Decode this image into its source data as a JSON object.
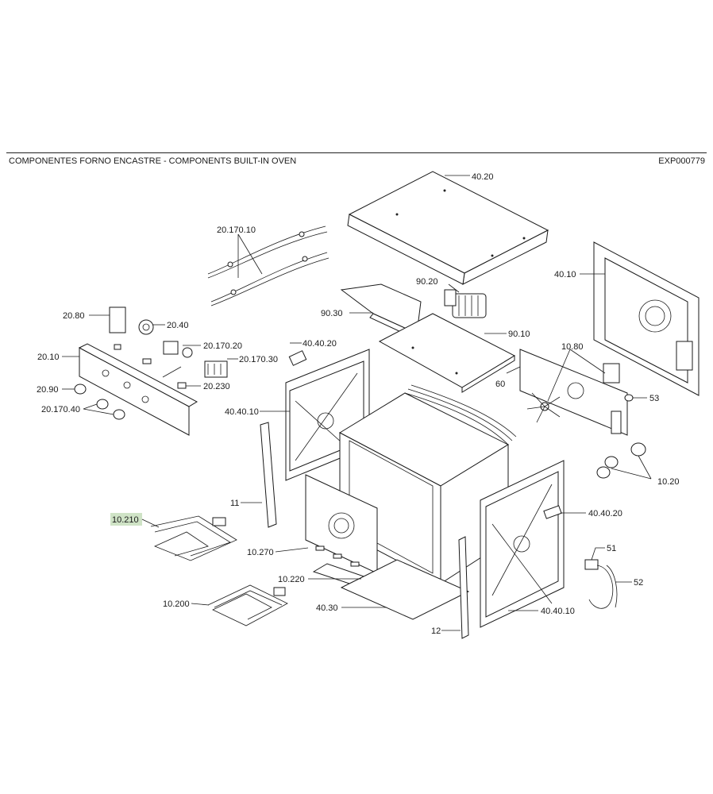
{
  "header": {
    "title": "COMPONENTES FORNO ENCASTRE - COMPONENTS BUILT-IN OVEN",
    "code": "EXP000779"
  },
  "parts": {
    "p40_20": "40.20",
    "p20_170_10": "20.170.10",
    "p90_20": "90.20",
    "p40_10": "40.10",
    "p90_30": "90.30",
    "p20_80": "20.80",
    "p20_40": "20.40",
    "p90_10": "90.10",
    "p40_40_20a": "40.40.20",
    "p20_170_20": "20.170.20",
    "p10_80": "10.80",
    "p20_10": "20.10",
    "p20_170_30": "20.170.30",
    "p60": "60",
    "p20_90": "20.90",
    "p20_230": "20.230",
    "p53": "53",
    "p20_170_40": "20.170.40",
    "p40_40_10a": "40.40.10",
    "p10_20": "10.20",
    "p11": "11",
    "p40_40_20b": "40.40.20",
    "p10_210": "10.210",
    "p51": "51",
    "p10_270": "10.270",
    "p10_220": "10.220",
    "p52": "52",
    "p10_200": "10.200",
    "p40_30": "40.30",
    "p40_40_10b": "40.40.10",
    "p12": "12"
  },
  "highlight": "#cfe3c6"
}
